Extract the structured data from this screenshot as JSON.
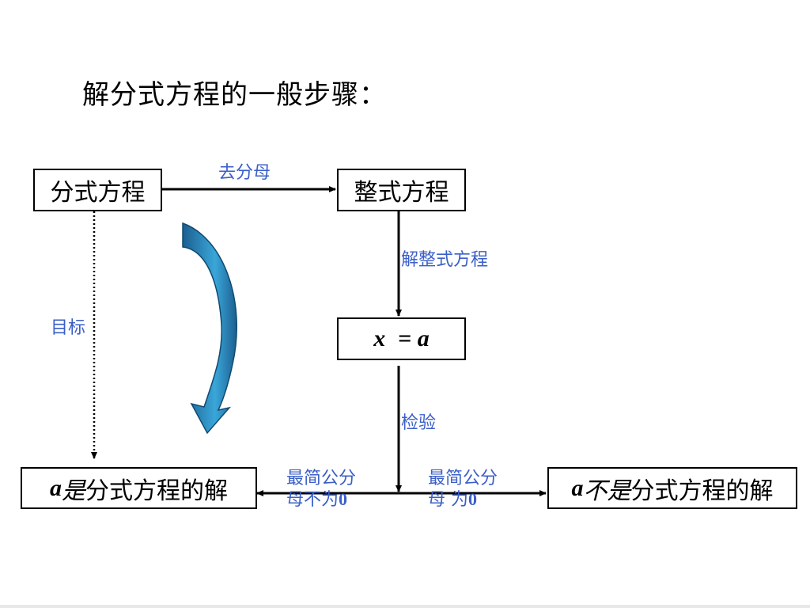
{
  "title": "解分式方程的一般步骤：",
  "nodes": {
    "fractional_equation": "分式方程",
    "integral_equation": "整式方程",
    "solution_var": "x",
    "solution_eq": "= ",
    "solution_val": "a",
    "is_solution_var": "a",
    "is_solution_is": "是",
    "is_solution_rest": "分式方程的解",
    "not_solution_var": "a",
    "not_solution_not": "不是",
    "not_solution_rest": "分式方程的解"
  },
  "edges": {
    "remove_denominator": "去分母",
    "solve_integral": "解整式方程",
    "check": "检验",
    "goal": "目标",
    "lcd_nonzero_line1": "最简公分",
    "lcd_nonzero_line2": "母不为",
    "lcd_nonzero_zero": "0",
    "lcd_zero_line1": "最简公分",
    "lcd_zero_line2": "母 为",
    "lcd_zero_zero": "0"
  },
  "colors": {
    "label_blue": "#3b5fc8",
    "curved_arrow_dark": "#1b5f8f",
    "curved_arrow_light": "#3aa6d9"
  },
  "icons": [
    "curved-down-arrow-icon",
    "right-arrow-icon",
    "down-arrow-icon",
    "left-arrow-icon"
  ]
}
